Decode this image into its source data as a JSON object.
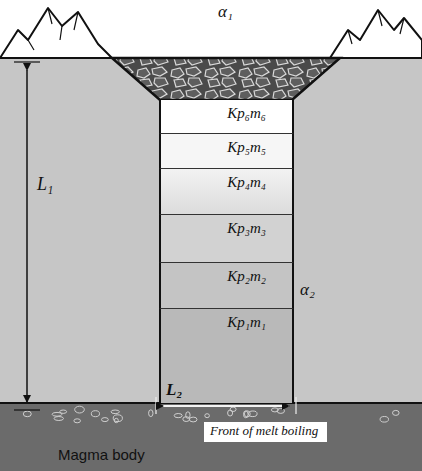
{
  "diagram": {
    "nodes": [
      {
        "text": [
          "Kp₆m₆"
        ]
      },
      {
        "text": [
          "Kp₅m₅"
        ]
      },
      {
        "text": [
          "Kp₄m₄"
        ]
      },
      {
        "text": [
          "Kp₃m₃"
        ]
      },
      {
        "text": [
          "Kp₂m₂"
        ]
      },
      {
        "text": [
          "Kp₁m₁"
        ]
      },
      {
        "text": [
          "Magma body"
        ]
      },
      {
        "text": [
          "Front of melt boiling"
        ],
        "in": 6
      }
    ],
    "labels": [
      "α₁",
      "α₂",
      "L₁",
      "L₂"
    ]
  }
}
